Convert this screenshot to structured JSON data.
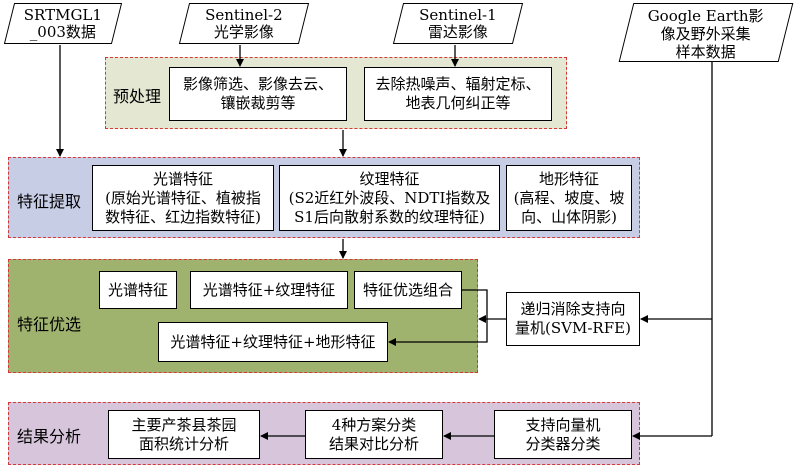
{
  "inputs": {
    "srtm": "SRTMGL1\n_003数据",
    "s2": "Sentinel-2\n光学影像",
    "s1": "Sentinel-1\n雷达影像",
    "ge": "Google Earth影\n像及野外采集\n样本数据"
  },
  "preprocess": {
    "label": "预处理",
    "s2_box": "影像筛选、影像去云、\n镶嵌裁剪等",
    "s1_box": "去除热噪声、辐射定标、\n地表几何纠正等"
  },
  "feature_extraction": {
    "label": "特征提取",
    "spectral": "光谱特征\n(原始光谱特征、植被指\n数特征、红边指数特征)",
    "texture": "纹理特征\n(S2近红外波段、NDTI指数及\nS1后向散射系数的纹理特征)",
    "terrain": "地形特征\n(高程、坡度、坡\n向、山体阴影)"
  },
  "feature_selection": {
    "label": "特征优选",
    "opt1": "光谱特征",
    "opt2": "光谱特征+纹理特征",
    "opt3": "特征优选组合",
    "opt4": "光谱特征+纹理特征+地形特征",
    "svm_rfe": "递归消除支持向\n量机(SVM-RFE)"
  },
  "result_analysis": {
    "label": "结果分析",
    "area": "主要产茶县茶园\n面积统计分析",
    "compare": "4种方案分类\n结果对比分析",
    "svm": "支持向量机\n分类器分类"
  }
}
